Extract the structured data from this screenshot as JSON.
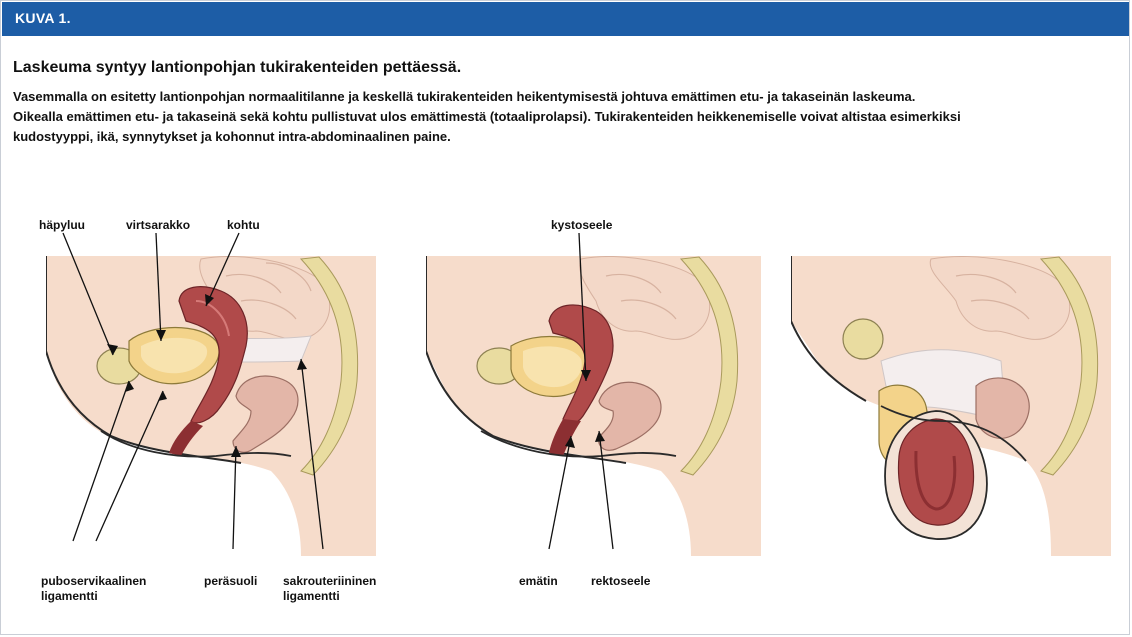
{
  "header": {
    "label": "KUVA 1.",
    "color": "#1d5da6"
  },
  "title": "Laskeuma syntyy lantionpohjan tukirakenteiden pettäessä.",
  "description": [
    "Vasemmalla on esitetty lantionpohjan normaalitilanne ja keskellä tukirakenteiden heikentymisestä johtuva emättimen etu- ja takaseinän laskeuma.",
    "Oikealla emättimen etu- ja takaseinä sekä kohtu pullistuvat ulos emättimestä (totaaliprolapsi). Tukirakenteiden heikkenemiselle voivat altistaa esimerkiksi",
    "kudostyyppi, ikä, synnytykset ja kohonnut intra-abdominaalinen paine."
  ],
  "labels": {
    "hapyluu": "häpyluu",
    "virtsarakko": "virtsarakko",
    "kohtu": "kohtu",
    "kystoseele": "kystoseele",
    "puboservikaalinen_1": "puboservikaalinen",
    "puboservikaalinen_2": "ligamentti",
    "perasuoli": "peräsuoli",
    "sakrouteriininen_1": "sakrouteriininen",
    "sakrouteriininen_2": "ligamentti",
    "ematin": "emätin",
    "rektoseele": "rektoseele"
  },
  "colors": {
    "skin": "#f6dccb",
    "skin_outline": "#2a2a2a",
    "bone": "#e9dca0",
    "bladder": "#f3d38a",
    "uterus": "#b04a4a",
    "uterus_dark": "#8c2f32",
    "rectum": "#e3b6a8",
    "intestine": "#f1d3c3",
    "ligament": "#f2ecec"
  }
}
